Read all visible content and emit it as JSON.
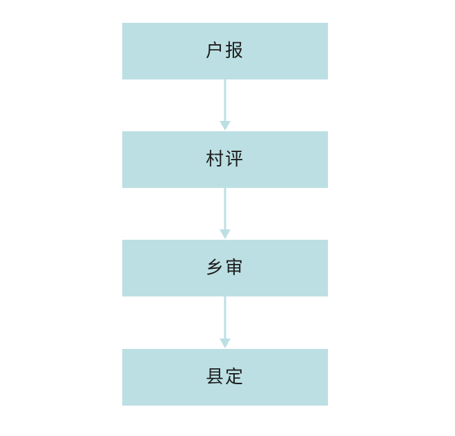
{
  "diagram": {
    "title": "",
    "type": "vertical-flowchart",
    "background_color": "#ffffff",
    "node_fill_color": "#bcdfe3",
    "node_text_color": "#1c1c1c",
    "connector_color": "#bcdfe3",
    "nodes": [
      {
        "id": "node-1",
        "label": "户报",
        "order": 1
      },
      {
        "id": "node-2",
        "label": "村评",
        "order": 2
      },
      {
        "id": "node-3",
        "label": "乡审",
        "order": 3
      },
      {
        "id": "node-4",
        "label": "县定",
        "order": 4
      }
    ],
    "connectors": [
      {
        "id": "connector-1",
        "from": "node-1",
        "to": "node-2",
        "style": "arrow-down"
      },
      {
        "id": "connector-2",
        "from": "node-2",
        "to": "node-3",
        "style": "arrow-down"
      },
      {
        "id": "connector-3",
        "from": "node-3",
        "to": "node-4",
        "style": "arrow-down"
      }
    ]
  }
}
